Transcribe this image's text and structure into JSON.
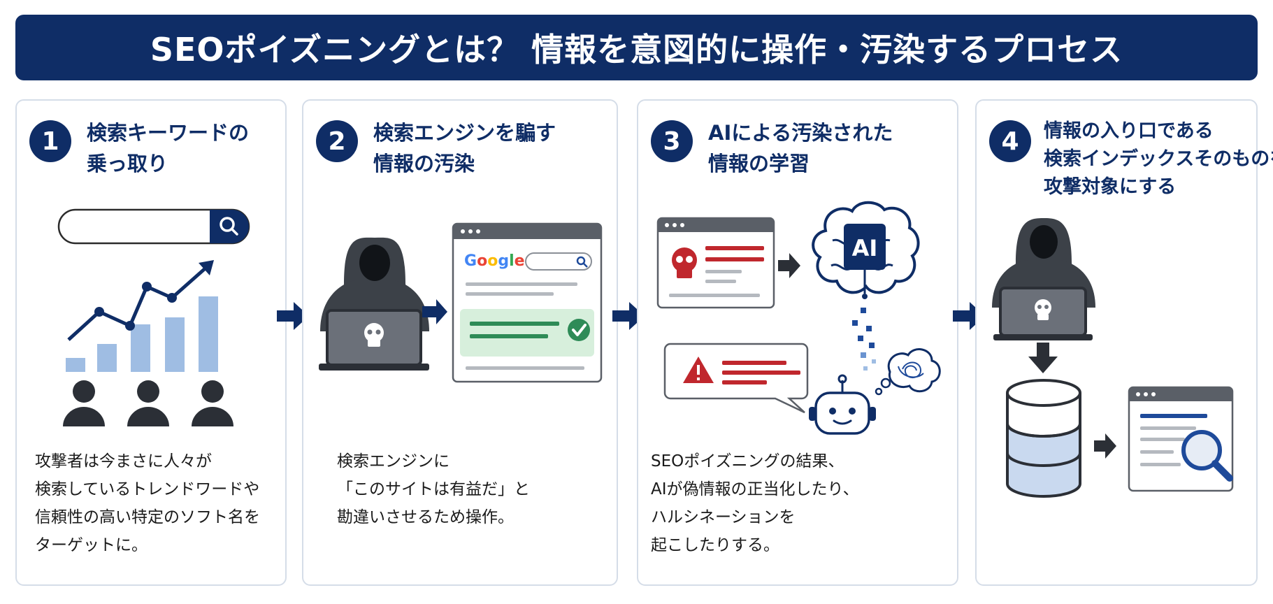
{
  "title": "SEOポイズニングとは？ 情報を意図的に操作・汚染するプロセス",
  "colors": {
    "navy": "#0f2d66",
    "accent_blue": "#1e4a9a",
    "light_blue": "#9fbde3",
    "danger_red": "#c0272d",
    "success_green": "#2e8b57",
    "hacker_dark": "#3c4148"
  },
  "steps": [
    {
      "number": "1",
      "title_lines": [
        "検索キーワードの",
        "乗っ取り"
      ],
      "description_lines": [
        "攻撃者は今まさに人々が",
        "検索しているトレンドワードや",
        "信頼性の高い特定のソフト名を",
        "ターゲットに。"
      ],
      "icons": [
        "search-bar-icon",
        "trend-chart-icon",
        "users-icon"
      ]
    },
    {
      "number": "2",
      "title_lines": [
        "検索エンジンを騙す",
        "情報の汚染"
      ],
      "description_lines": [
        "検索エンジンに",
        "「このサイトは有益だ」と",
        "勘違いさせるため操作。"
      ],
      "icons": [
        "hacker-icon",
        "search-results-window-icon",
        "check-icon"
      ],
      "search_logo_text": "Google"
    },
    {
      "number": "3",
      "title_lines": [
        "AIによる汚染された",
        "情報の学習"
      ],
      "description_lines": [
        "SEOポイズニングの結果、",
        "AIが偽情報の正当化したり、",
        "ハルシネーションを",
        "起こしたりする。"
      ],
      "icons": [
        "malicious-page-icon",
        "ai-brain-icon",
        "warning-bubble-icon",
        "robot-icon"
      ],
      "ai_label": "AI"
    },
    {
      "number": "4",
      "title_lines": [
        "情報の入り口である",
        "検索インデックスそのものを",
        "攻撃対象にする"
      ],
      "description_lines": [],
      "icons": [
        "hacker-icon",
        "database-icon",
        "index-window-icon",
        "magnifier-icon"
      ]
    }
  ]
}
